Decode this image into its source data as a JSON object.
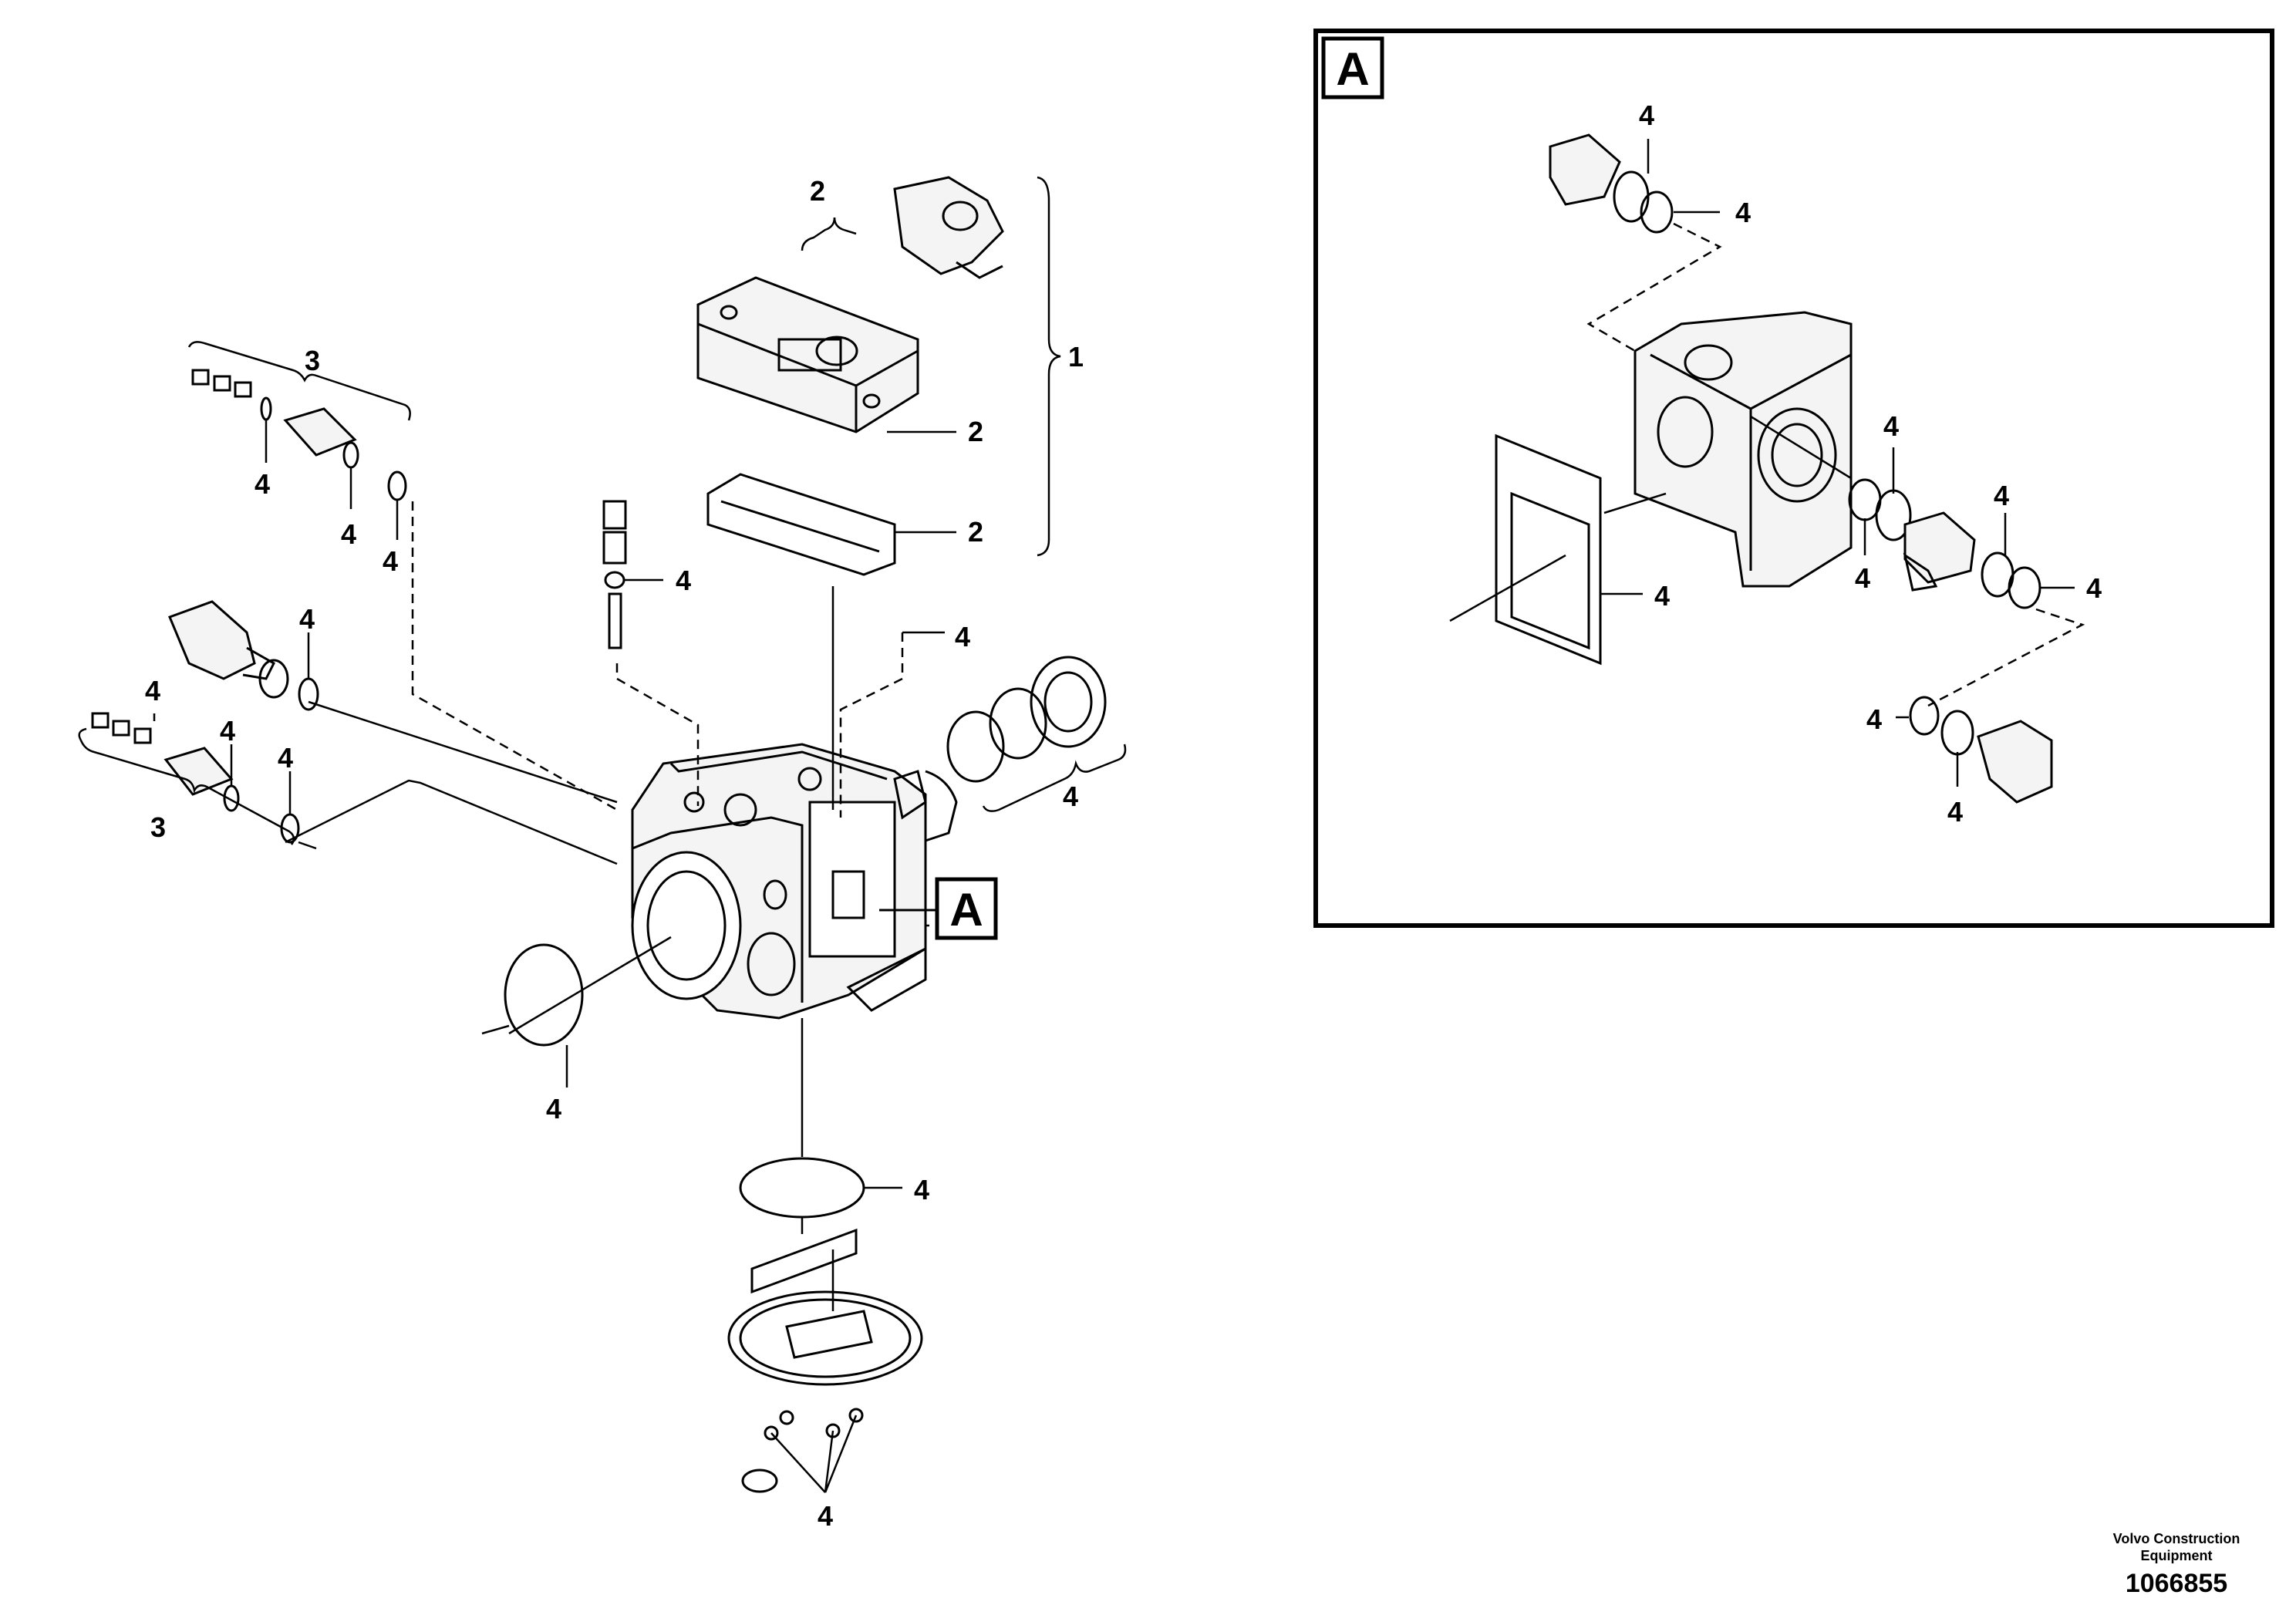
{
  "callouts": {
    "c1": "1",
    "c2a": "2",
    "c2b": "2",
    "c2c": "2",
    "c3a": "3",
    "c3b": "3",
    "c4": "4"
  },
  "detail_label": "A",
  "detail_box_label": "A",
  "footer": {
    "brand": "Volvo Construction Equipment",
    "number": "1066855"
  }
}
